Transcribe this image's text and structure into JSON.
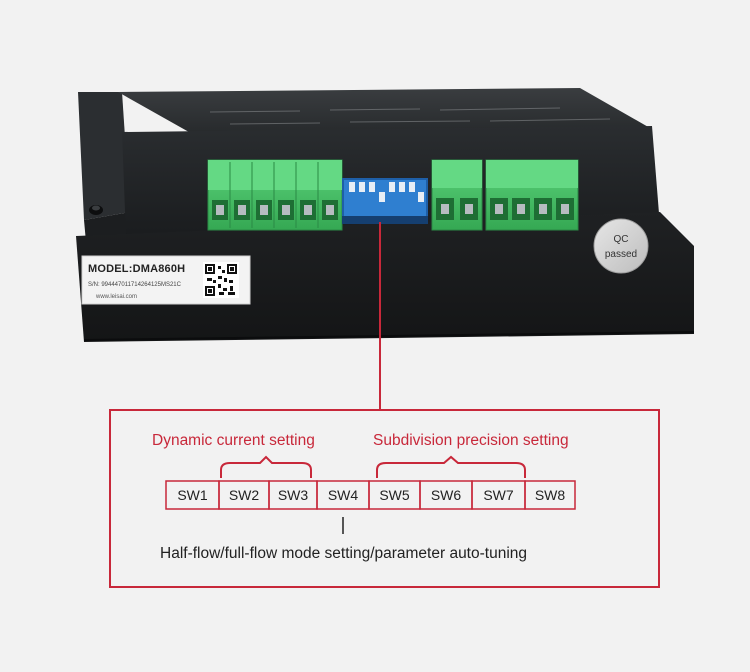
{
  "device": {
    "model": "MODEL:DMA860H",
    "serial": "S/N: 994447011714264125MS21C",
    "website": "www.leisai.com",
    "qc_line1": "QC",
    "qc_line2": "passed"
  },
  "annotations": {
    "dynamic_current": "Dynamic current setting",
    "subdivision": "Subdivision precision setting",
    "half_flow": "Half-flow/full-flow mode setting/parameter auto-tuning"
  },
  "switches": [
    "SW1",
    "SW2",
    "SW3",
    "SW4",
    "SW5",
    "SW6",
    "SW7",
    "SW8"
  ],
  "colors": {
    "accent_red": "#c8283a",
    "terminal_green": "#3fbf5f",
    "dip_blue": "#2f7fd0",
    "housing": "#1e2022"
  }
}
